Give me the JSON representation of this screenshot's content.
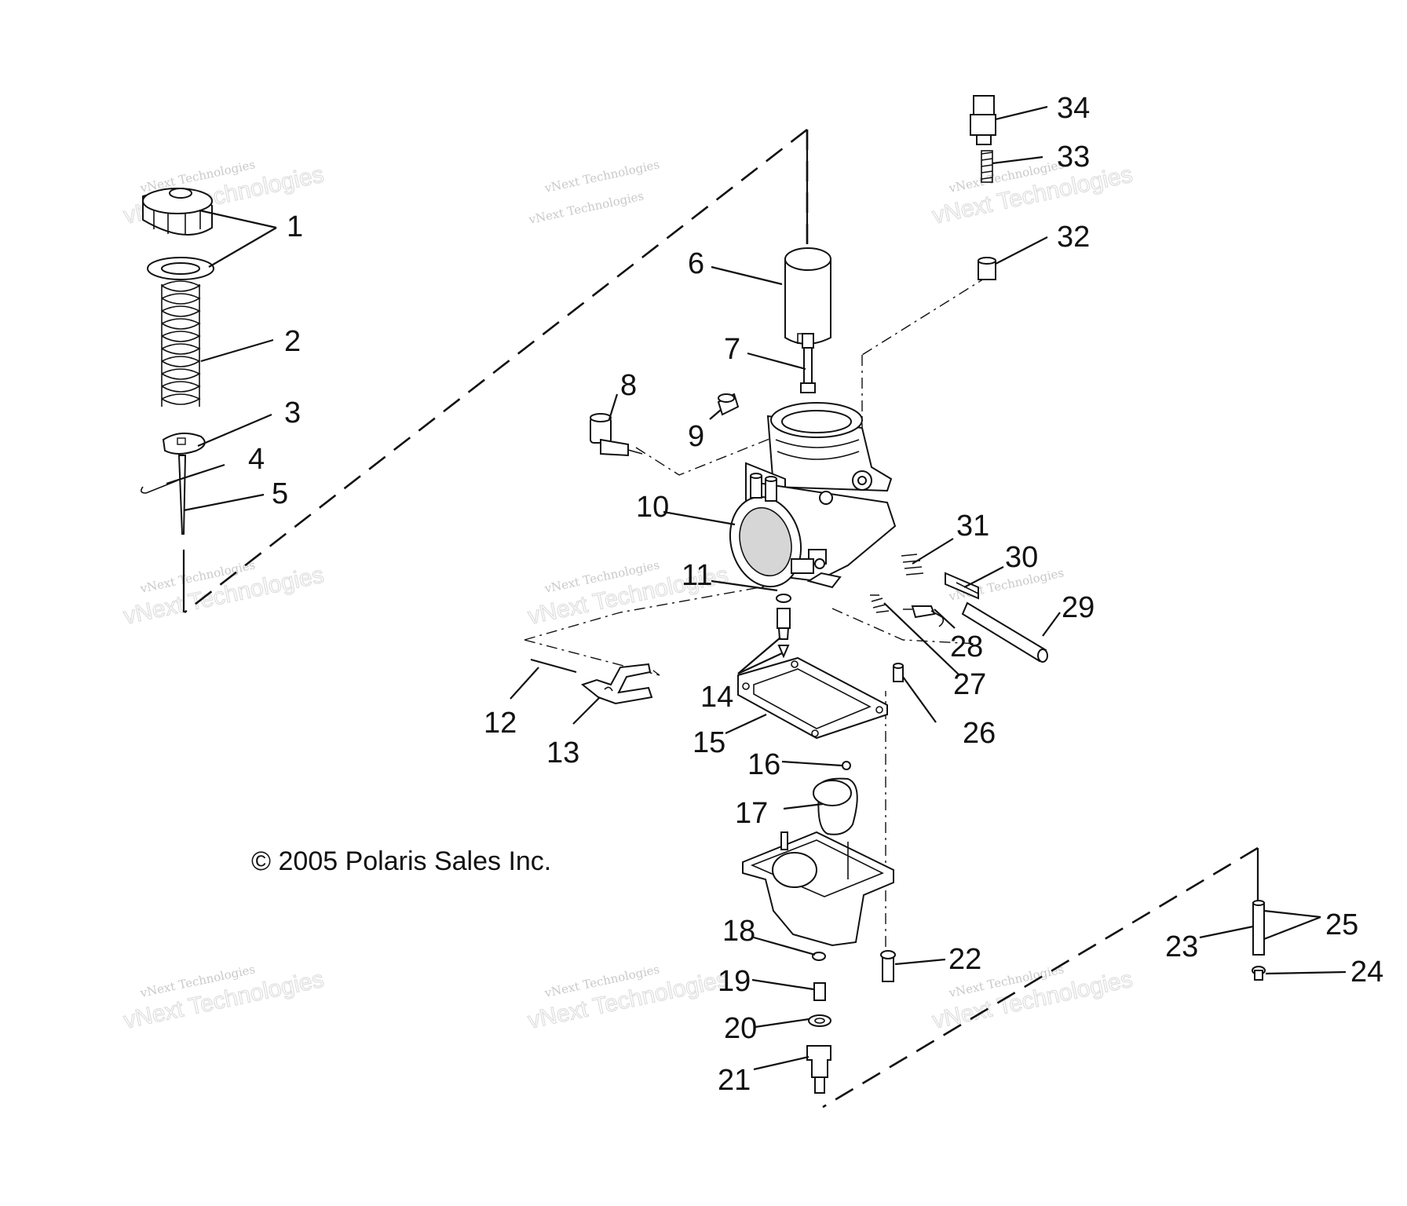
{
  "copyright": "© 2005 Polaris Sales Inc.",
  "watermark": {
    "line1": "vNext Technologies",
    "line2": "vNext Technologies"
  },
  "callouts": [
    "1",
    "2",
    "3",
    "4",
    "5",
    "6",
    "7",
    "8",
    "9",
    "10",
    "11",
    "12",
    "13",
    "14",
    "15",
    "16",
    "17",
    "18",
    "19",
    "20",
    "21",
    "22",
    "23",
    "24",
    "25",
    "26",
    "27",
    "28",
    "29",
    "30",
    "31",
    "32",
    "33",
    "34"
  ]
}
